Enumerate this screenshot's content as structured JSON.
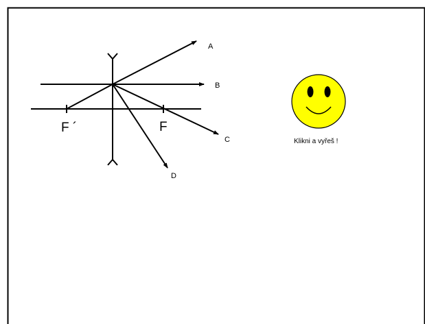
{
  "diagram": {
    "focus_labels": {
      "left": "F ´",
      "right": "F"
    },
    "ray_labels": {
      "a": "A",
      "b": "B",
      "c": "C",
      "d": "D"
    }
  },
  "smiley": {
    "icon": "smiley-face-icon",
    "face_color": "#ffff00",
    "caption": "Klikni a vyřeš !"
  }
}
